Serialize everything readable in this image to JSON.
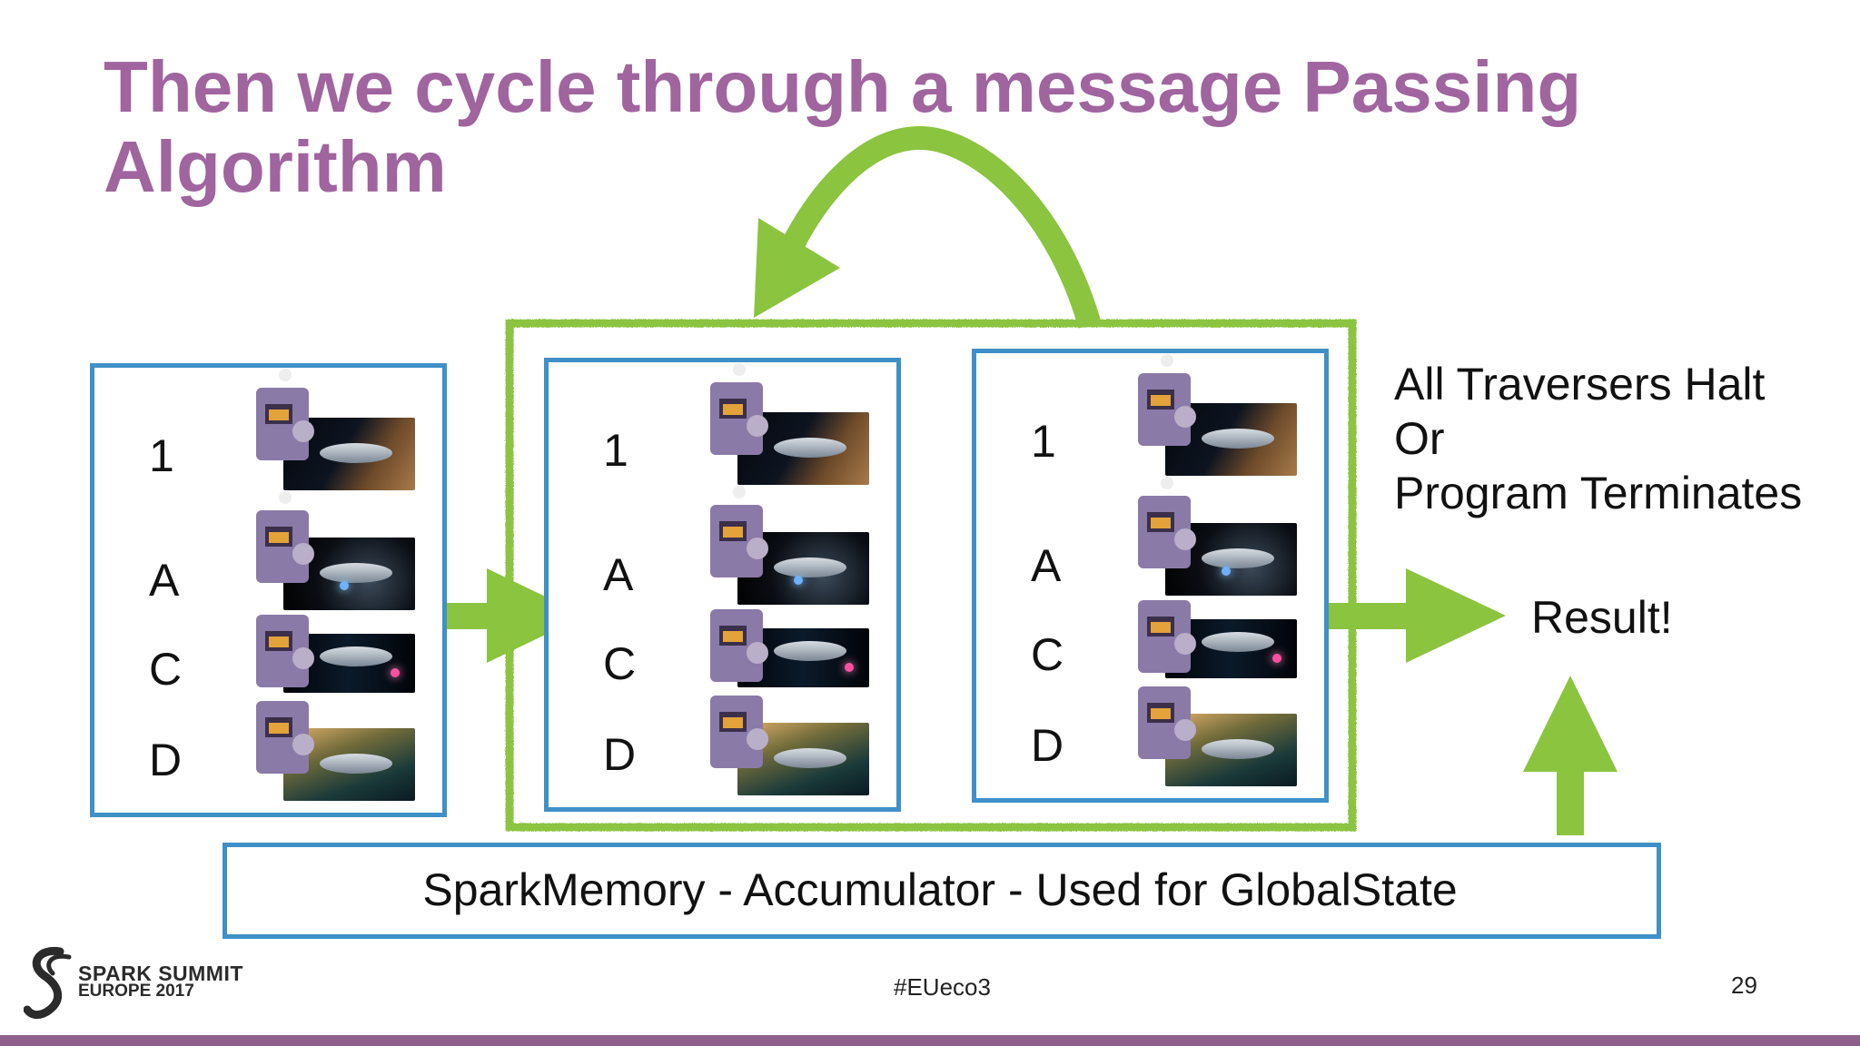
{
  "title": {
    "line1": "Then we cycle through a message Passing",
    "line2": "Algorithm"
  },
  "step_boxes": [
    {
      "labels": [
        "1",
        "A",
        "C",
        "D"
      ]
    },
    {
      "labels": [
        "1",
        "A",
        "C",
        "D"
      ]
    },
    {
      "labels": [
        "1",
        "A",
        "C",
        "D"
      ]
    }
  ],
  "side_text": {
    "line1": "All Traversers Halt",
    "line2": "Or",
    "line3": "Program Terminates"
  },
  "result_label": "Result!",
  "memory_label": "SparkMemory - Accumulator - Used for GlobalState",
  "footer": {
    "logo_line1": "SPARK SUMMIT",
    "logo_line2": "EUROPE 2017",
    "hashtag": "#EUeco3",
    "page_number": "29"
  },
  "colors": {
    "title": "#a0649f",
    "box_border": "#3f90c8",
    "arrow_green": "#8bc43f",
    "bottom_bar": "#8e5f8c"
  }
}
